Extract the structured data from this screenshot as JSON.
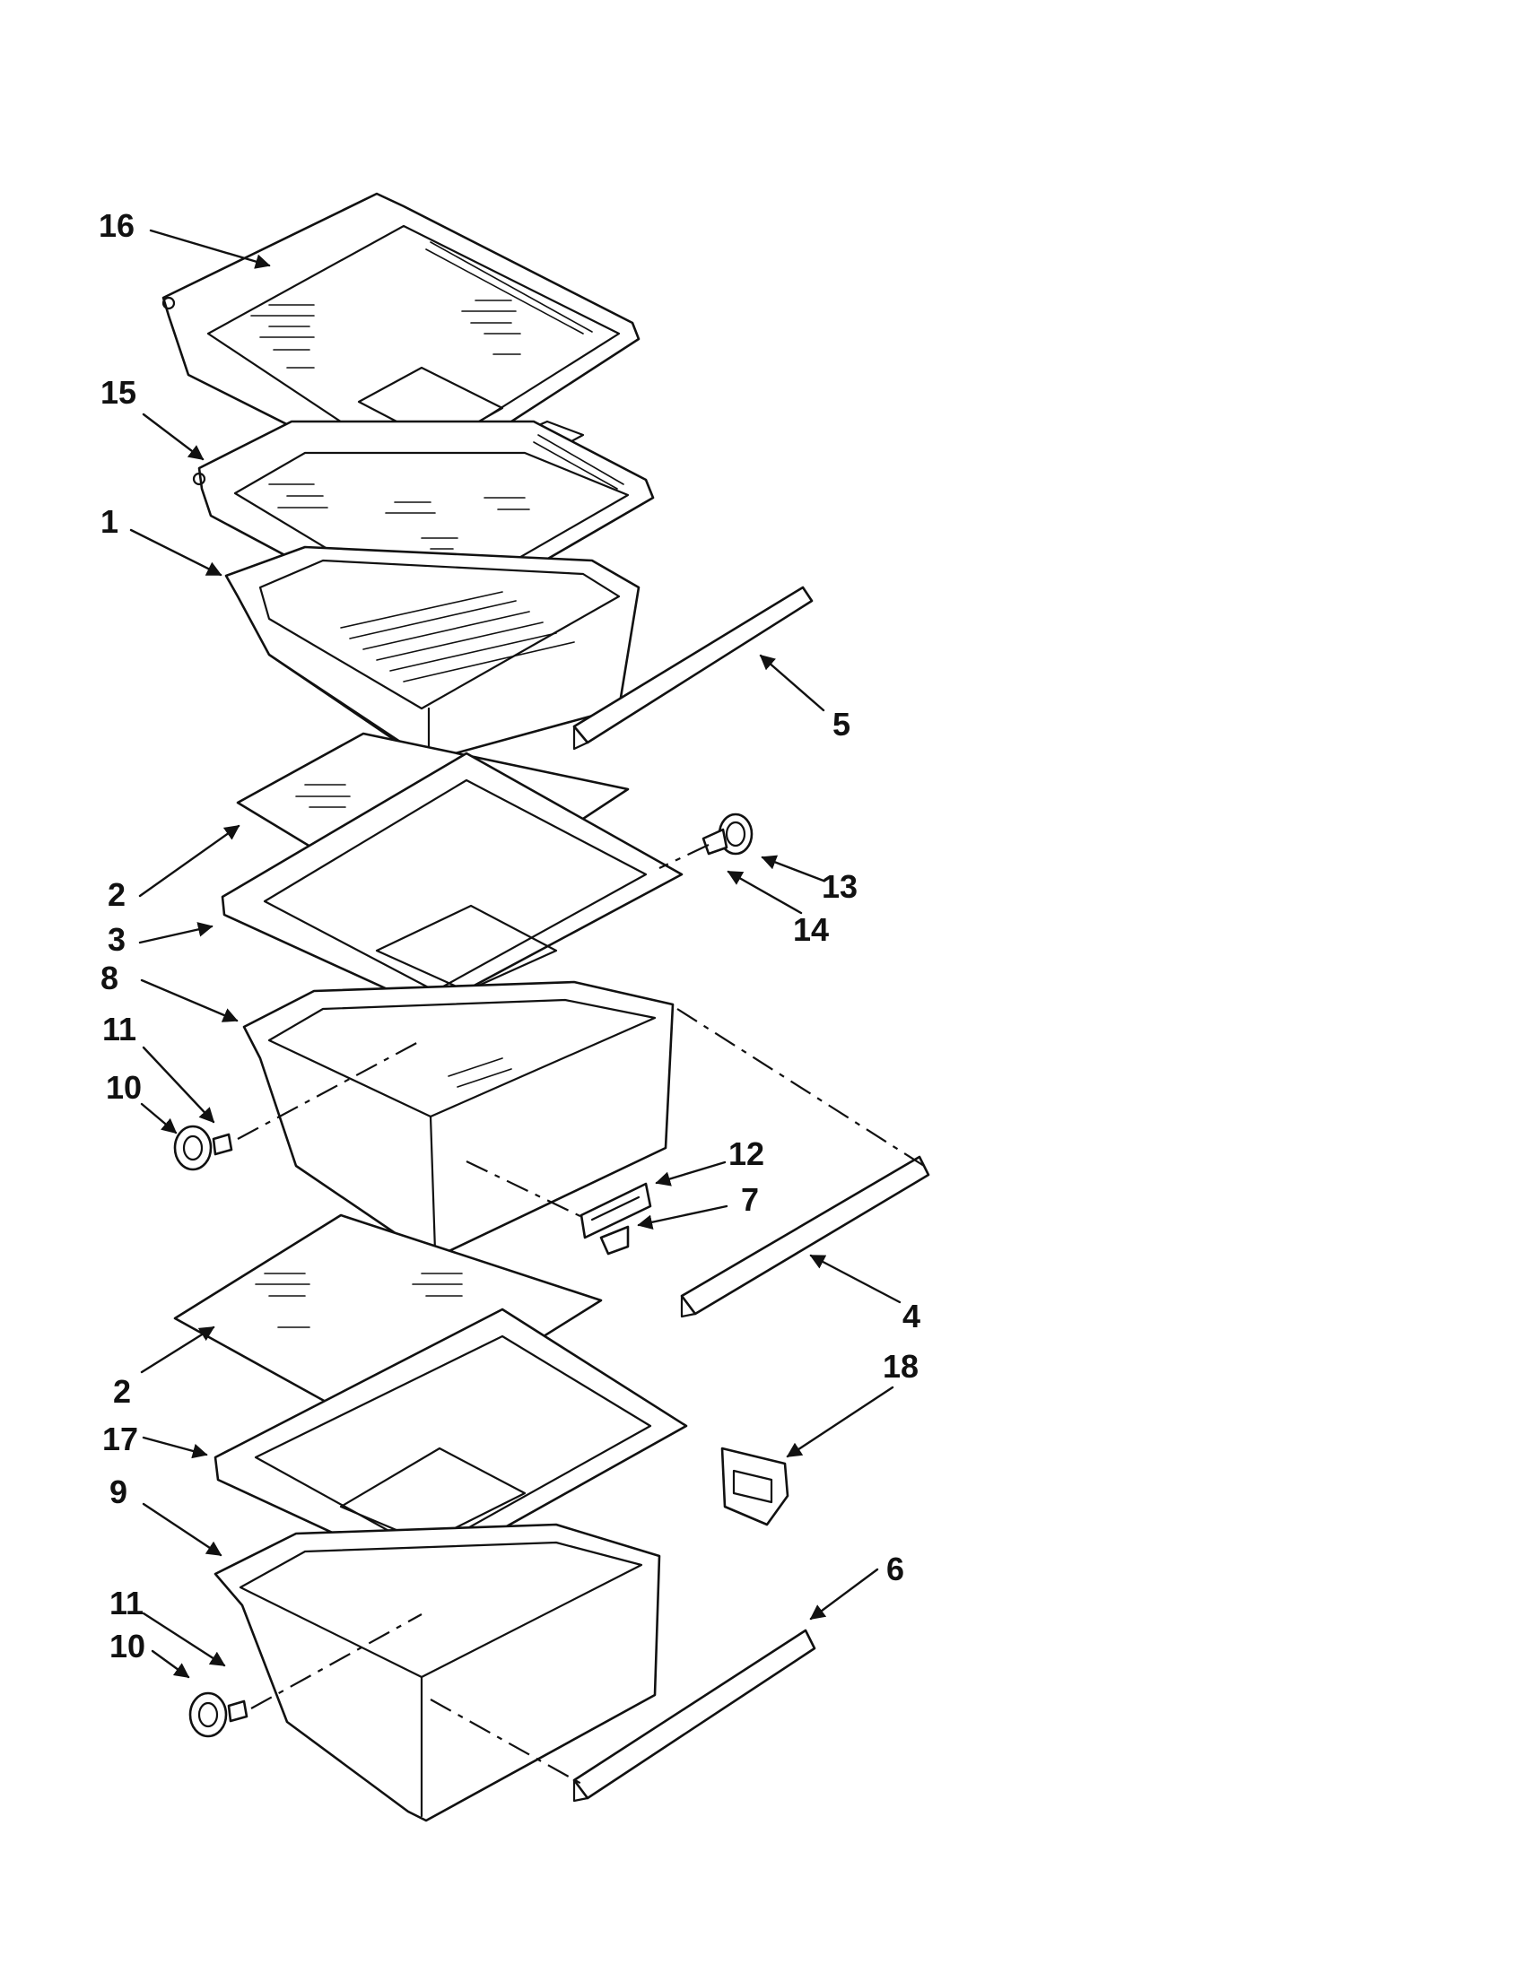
{
  "callouts": [
    {
      "id": "16",
      "text": "16"
    },
    {
      "id": "15",
      "text": "15"
    },
    {
      "id": "1",
      "text": "1"
    },
    {
      "id": "5",
      "text": "5"
    },
    {
      "id": "2a",
      "text": "2"
    },
    {
      "id": "3",
      "text": "3"
    },
    {
      "id": "13",
      "text": "13"
    },
    {
      "id": "14",
      "text": "14"
    },
    {
      "id": "8",
      "text": "8"
    },
    {
      "id": "11a",
      "text": "11"
    },
    {
      "id": "10a",
      "text": "10"
    },
    {
      "id": "12",
      "text": "12"
    },
    {
      "id": "7",
      "text": "7"
    },
    {
      "id": "4",
      "text": "4"
    },
    {
      "id": "2b",
      "text": "2"
    },
    {
      "id": "18",
      "text": "18"
    },
    {
      "id": "17",
      "text": "17"
    },
    {
      "id": "9",
      "text": "9"
    },
    {
      "id": "6",
      "text": "6"
    },
    {
      "id": "11b",
      "text": "11"
    },
    {
      "id": "10b",
      "text": "10"
    }
  ]
}
